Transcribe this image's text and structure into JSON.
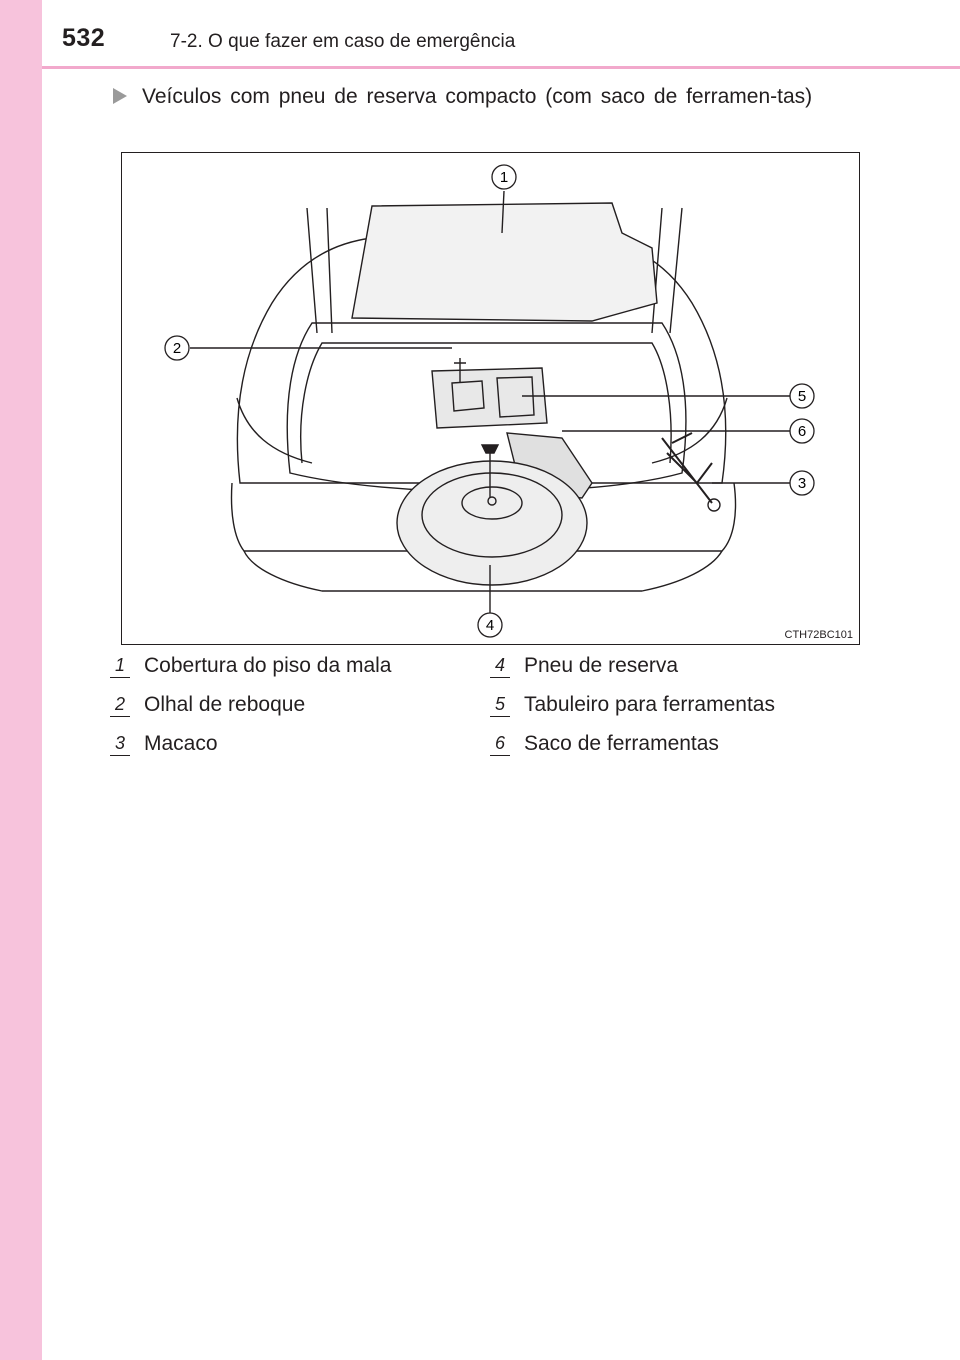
{
  "header": {
    "page_number": "532",
    "section": "7-2. O que fazer em caso de emergência"
  },
  "intro": {
    "text": "Veículos com pneu de reserva compacto (com saco de ferramen-tas)"
  },
  "figure": {
    "code": "CTH72BC101",
    "callouts": [
      "1",
      "2",
      "3",
      "4",
      "5",
      "6"
    ]
  },
  "legend": [
    {
      "num": "1",
      "label": "Cobertura do piso da mala"
    },
    {
      "num": "2",
      "label": "Olhal de reboque"
    },
    {
      "num": "3",
      "label": "Macaco"
    },
    {
      "num": "4",
      "label": "Pneu de reserva"
    },
    {
      "num": "5",
      "label": "Tabuleiro para ferramentas"
    },
    {
      "num": "6",
      "label": "Saco de ferramentas"
    }
  ],
  "colors": {
    "accent_pink": "#f7c3dc",
    "rule_pink": "#f2a9cc",
    "text": "#231f20"
  }
}
